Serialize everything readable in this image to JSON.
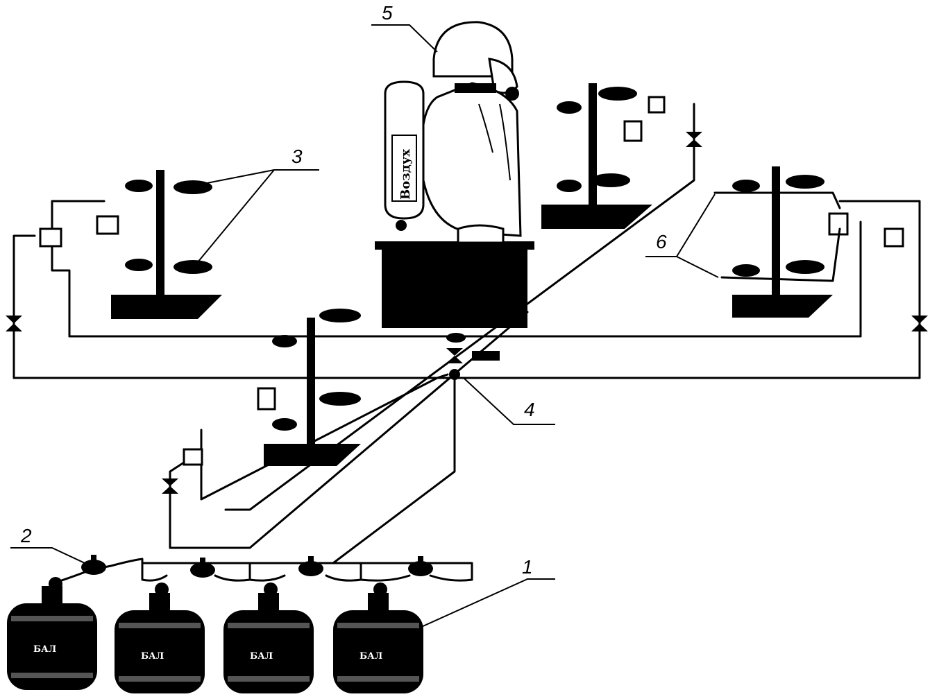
{
  "diagram": {
    "callouts": [
      {
        "id": "1",
        "label": "1"
      },
      {
        "id": "2",
        "label": "2"
      },
      {
        "id": "3",
        "label": "3"
      },
      {
        "id": "4",
        "label": "4"
      },
      {
        "id": "5",
        "label": "5"
      },
      {
        "id": "6",
        "label": "6"
      }
    ],
    "cylinder_label": "БАЛ",
    "tank_label": "Воздух",
    "colors": {
      "ink": "#000000",
      "background": "#ffffff"
    }
  }
}
